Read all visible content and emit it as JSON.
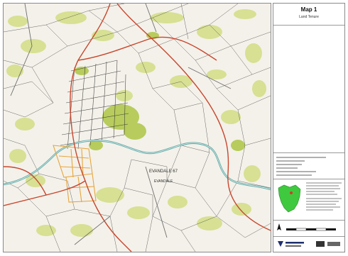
{
  "title_block": {
    "title": "Map 1",
    "subtitle": "Land Tenure"
  },
  "map": {
    "place_label": "EVANDALE 67",
    "place_label_2": "EVANDALE"
  },
  "colors": {
    "background": "#f4f1ea",
    "vegetation": "#d4df8a",
    "vegetation_dark": "#b7cc5c",
    "river": "#5aa6a3",
    "main_road": "#c7472e",
    "subdivision": "#e6a53c",
    "parcel_line": "#3a3a3a",
    "tasmania_green": "#3fc93f"
  },
  "icons": {
    "north_arrow": "north-arrow-icon",
    "tasmania_inset": "tasmania-inset-icon",
    "logo": "hydro-logo-icon"
  }
}
